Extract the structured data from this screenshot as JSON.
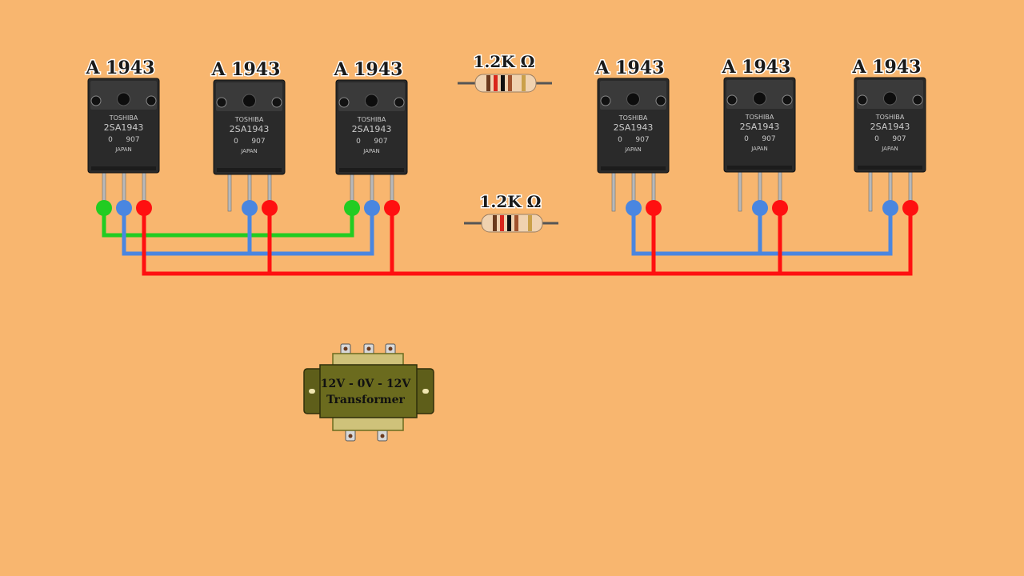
{
  "transistors": [
    {
      "label": "A 1943",
      "brand": "TOSHIBA",
      "part": "2SA1943",
      "code_left": "0",
      "code_right": "907",
      "country": "JAPAN",
      "pins": [
        "green",
        "blue",
        "red"
      ]
    },
    {
      "label": "A 1943",
      "brand": "TOSHIBA",
      "part": "2SA1943",
      "code_left": "0",
      "code_right": "907",
      "country": "JAPAN",
      "pins": [
        "none",
        "blue",
        "red"
      ]
    },
    {
      "label": "A 1943",
      "brand": "TOSHIBA",
      "part": "2SA1943",
      "code_left": "0",
      "code_right": "907",
      "country": "JAPAN",
      "pins": [
        "green",
        "blue",
        "red"
      ]
    },
    {
      "label": "A 1943",
      "brand": "TOSHIBA",
      "part": "2SA1943",
      "code_left": "0",
      "code_right": "907",
      "country": "JAPAN",
      "pins": [
        "none",
        "blue",
        "red"
      ]
    },
    {
      "label": "A 1943",
      "brand": "TOSHIBA",
      "part": "2SA1943",
      "code_left": "0",
      "code_right": "907",
      "country": "JAPAN",
      "pins": [
        "none",
        "blue",
        "red"
      ]
    },
    {
      "label": "A 1943",
      "brand": "TOSHIBA",
      "part": "2SA1943",
      "code_left": "0",
      "code_right": "907",
      "country": "JAPAN",
      "pins": [
        "none",
        "blue",
        "red"
      ]
    }
  ],
  "resistors": [
    {
      "label": "1.2K Ω",
      "bands": [
        "#6b3a1e",
        "#d9261c",
        "#111111",
        "#a0522d",
        "#caa04a"
      ]
    },
    {
      "label": "1.2K Ω",
      "bands": [
        "#6b3a1e",
        "#d9261c",
        "#111111",
        "#a0522d",
        "#caa04a"
      ]
    }
  ],
  "transformer": {
    "line1": "12V - 0V - 12V",
    "line2": "Transformer"
  },
  "colors": {
    "background": "#f8b66f",
    "green_wire": "#22cc22",
    "blue_wire": "#4a86e0",
    "red_wire": "#ff1010",
    "transformer_core": "#6b6b1e",
    "transformer_frame": "#cfc27a"
  }
}
